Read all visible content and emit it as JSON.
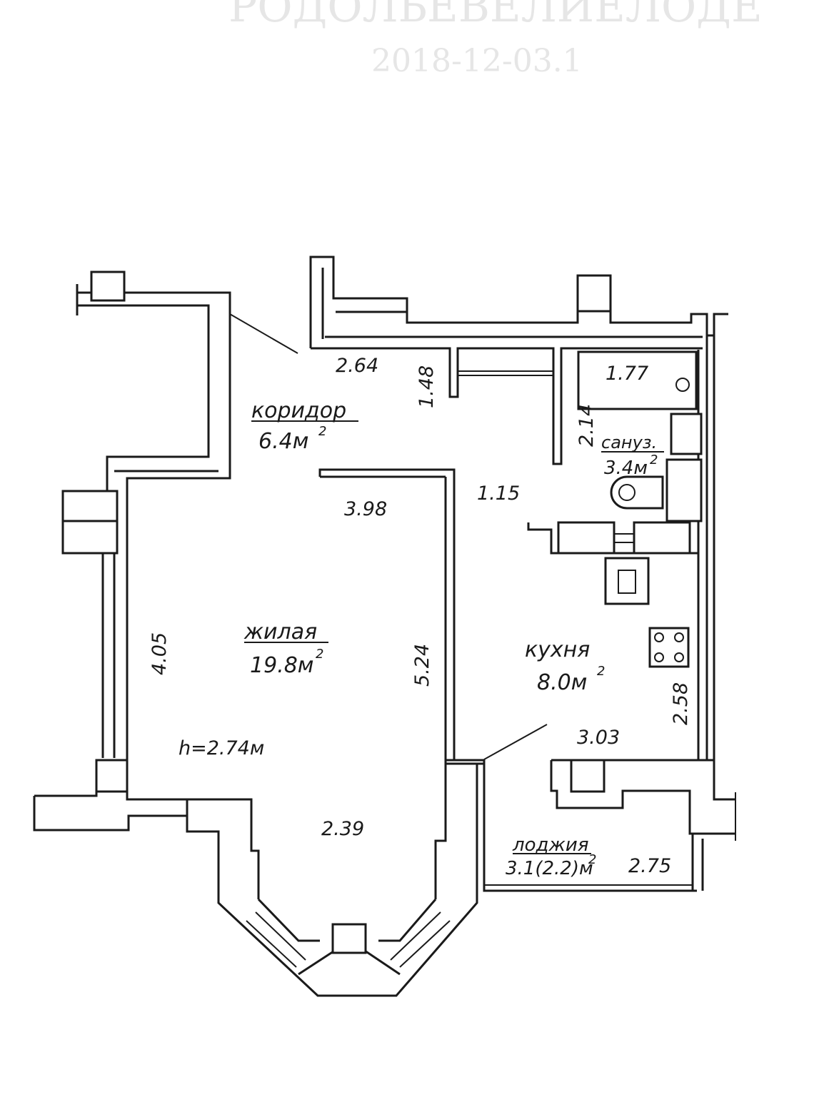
{
  "header_faded": {
    "line1": "РОДОЛЬЕВЕЛИЕЛОДЕ",
    "line2": "2018-12-03.1"
  },
  "rooms": {
    "corridor": {
      "name": "коридор",
      "area": "6.4м",
      "sup": "2"
    },
    "living": {
      "name": "жилая",
      "area": "19.8м",
      "sup": "2"
    },
    "kitchen": {
      "name": "кухня",
      "area": "8.0м",
      "sup": "2"
    },
    "bathroom": {
      "name": "сануз.",
      "area": "3.4м",
      "sup": "2"
    },
    "loggia": {
      "name": "лоджия",
      "area": "3.1(2.2)м",
      "sup": "2"
    }
  },
  "ceiling_height": "h=2.74м",
  "dimensions": {
    "d264": "2.64",
    "d148": "1.48",
    "d177": "1.77",
    "d214": "2.14",
    "d398": "3.98",
    "d115": "1.15",
    "d405": "4.05",
    "d524": "5.24",
    "d258": "2.58",
    "d303": "3.03",
    "d239": "2.39",
    "d275": "2.75"
  },
  "colors": {
    "ink": "#1a1a1a",
    "paper": "#ffffff"
  }
}
